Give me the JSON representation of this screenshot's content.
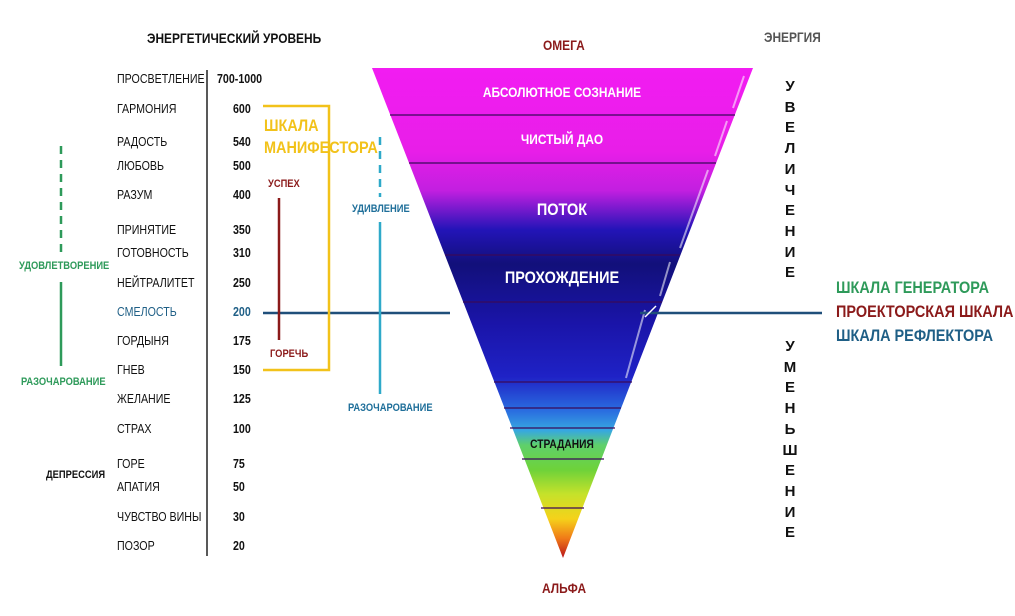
{
  "headers": {
    "energy_level": "ЭНЕРГЕТИЧЕСКИЙ УРОВЕНЬ",
    "omega": "ОМЕГА",
    "energy": "ЭНЕРГИЯ",
    "alpha": "АЛЬФА"
  },
  "levels": [
    {
      "name": "ПРОСВЕТЛЕНИЕ",
      "value": "700-1000"
    },
    {
      "name": "ГАРМОНИЯ",
      "value": "600"
    },
    {
      "name": "РАДОСТЬ",
      "value": "540"
    },
    {
      "name": "ЛЮБОВЬ",
      "value": "500"
    },
    {
      "name": "РАЗУМ",
      "value": "400"
    },
    {
      "name": "ПРИНЯТИЕ",
      "value": "350"
    },
    {
      "name": "ГОТОВНОСТЬ",
      "value": "310"
    },
    {
      "name": "НЕЙТРАЛИТЕТ",
      "value": "250"
    },
    {
      "name": "СМЕЛОСТЬ",
      "value": "200"
    },
    {
      "name": "ГОРДЫНЯ",
      "value": "175"
    },
    {
      "name": "ГНЕВ",
      "value": "150"
    },
    {
      "name": "ЖЕЛАНИЕ",
      "value": "125"
    },
    {
      "name": "СТРАХ",
      "value": "100"
    },
    {
      "name": "ГОРЕ",
      "value": "75"
    },
    {
      "name": "АПАТИЯ",
      "value": "50"
    },
    {
      "name": "ЧУВСТВО ВИНЫ",
      "value": "30"
    },
    {
      "name": "ПОЗОР",
      "value": "20"
    }
  ],
  "left_labels": {
    "satisfaction": "УДОВЛЕТВОРЕНИЕ",
    "disappointment": "РАЗОЧАРОВАНИЕ",
    "depression": "ДЕПРЕССИЯ"
  },
  "manifestor": {
    "line1": "ШКАЛА",
    "line2": "МАНИФЕСТОРА",
    "success": "УСПЕХ",
    "bitterness": "ГОРЕЧЬ"
  },
  "projector": {
    "surprise": "УДИВЛЕНИЕ",
    "disappointment": "РАЗОЧАРОВАНИЕ"
  },
  "triangle": {
    "bands": {
      "absolute": "АБСОЛЮТНОЕ СОЗНАНИЕ",
      "dao": "ЧИСТЫЙ ДАО",
      "flow": "ПОТОК",
      "passage": "ПРОХОЖДЕНИЕ",
      "suffering": "СТРАДАНИЯ"
    }
  },
  "vertical": {
    "increase": [
      "У",
      "В",
      "Е",
      "Л",
      "И",
      "Ч",
      "Е",
      "Н",
      "И",
      "Е"
    ],
    "decrease": [
      "У",
      "М",
      "Е",
      "Н",
      "Ь",
      "Ш",
      "Е",
      "Н",
      "И",
      "Е"
    ]
  },
  "legend": {
    "generator": "ШКАЛА ГЕНЕРАТОРА",
    "projector": "ПРОЕКТОРСКАЯ ШКАЛА",
    "reflector": "ШКАЛА РЕФЛЕКТОРА"
  },
  "colors": {
    "green": "#2e9a5a",
    "yellow": "#f2c21a",
    "darkred": "#8b1a1a",
    "teal": "#2ea9c9",
    "navy": "#1f4f7a",
    "magenta": "#ee18ee"
  }
}
